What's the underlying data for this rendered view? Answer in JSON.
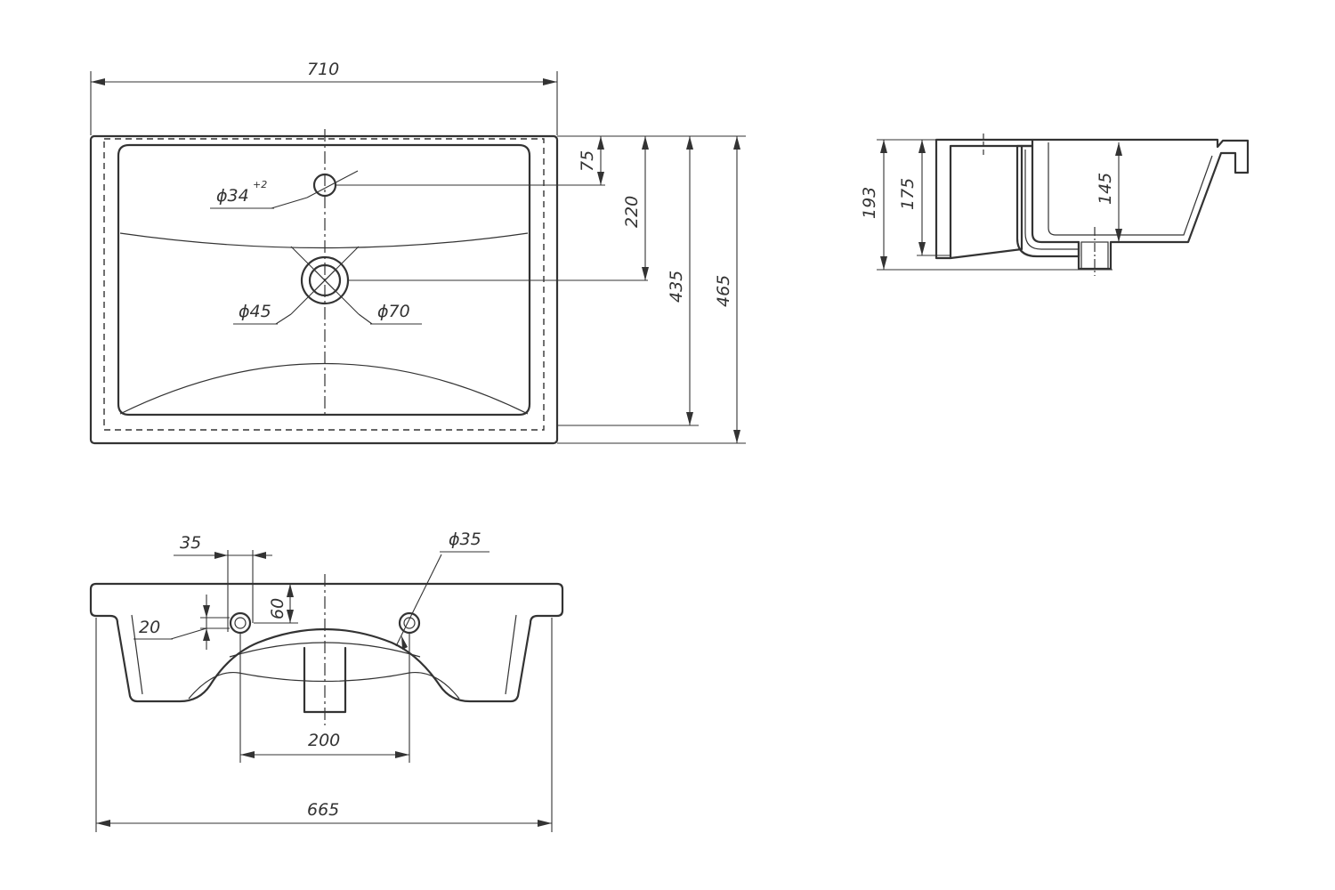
{
  "top_view": {
    "overall_width": "710",
    "dim_75": "75",
    "dim_220": "220",
    "dim_435": "435",
    "dim_465": "465",
    "tap_hole_diameter": "ϕ34",
    "tap_hole_tolerance": "+2",
    "drain_inner_diameter": "ϕ45",
    "drain_outer_diameter": "ϕ70"
  },
  "side_section": {
    "dim_193": "193",
    "dim_175": "175",
    "dim_145": "145"
  },
  "front_view": {
    "dim_35": "35",
    "dim_60": "60",
    "dim_20": "20",
    "mount_hole_diameter": "ϕ35",
    "hole_spacing": "200",
    "bottom_width": "665"
  }
}
